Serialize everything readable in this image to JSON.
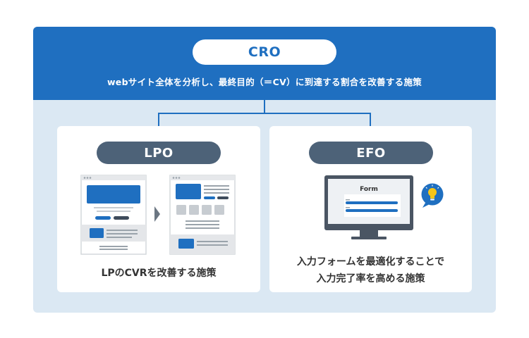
{
  "cro": {
    "title": "CRO",
    "description": "webサイト全体を分析し、最終目的（＝CV）に到達する割合を改善する施策"
  },
  "lpo": {
    "title": "LPO",
    "description": "LPのCVRを改善する施策"
  },
  "efo": {
    "title": "EFO",
    "description_line1": "入力フォームを最適化することで",
    "description_line2": "入力完了率を高める施策",
    "form_label": "Form"
  },
  "colors": {
    "primary_blue": "#1f6fc0",
    "background_light_blue": "#dbe8f3",
    "pill_slate": "#4d6278",
    "monitor_dark": "#4a5563",
    "bulb_yellow": "#f5c518"
  },
  "icons": [
    "lightbulb-icon",
    "arrow-right-icon",
    "monitor-icon",
    "webpage-mockup-icon"
  ]
}
